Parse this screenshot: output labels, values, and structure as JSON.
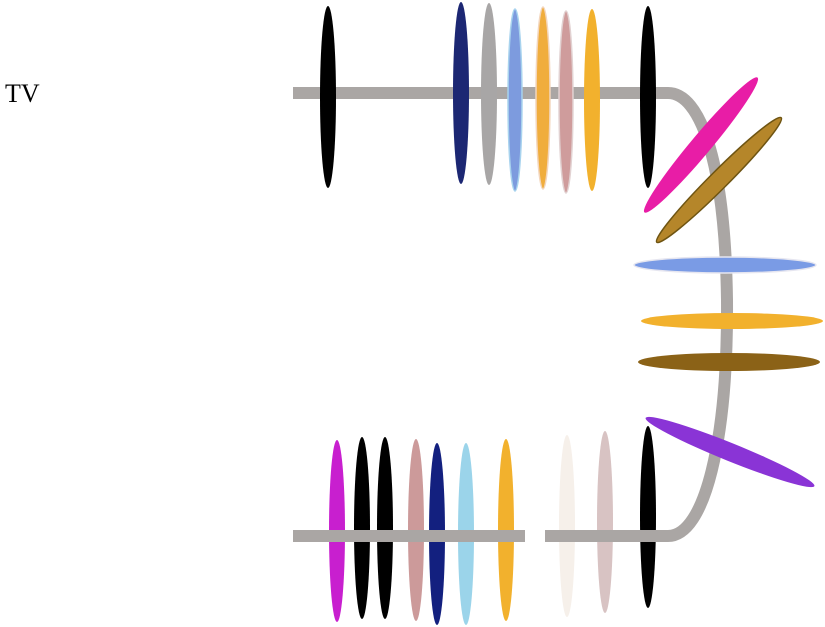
{
  "label": "TV",
  "colors": {
    "beamline": "#aaa6a4",
    "label_text": "#000000"
  },
  "groups": [
    {
      "name": "top-row",
      "elements": [
        {
          "color": "#000000"
        },
        {
          "color": "#1c2773"
        },
        {
          "color": "#a8a6a6"
        },
        {
          "color": "#7d9bde",
          "outline": "#a8d3ee"
        },
        {
          "color": "#f0ad3d",
          "outline": "#f3d6bd"
        },
        {
          "color": "#cf9c9c",
          "outline": "#e2d2d2"
        },
        {
          "color": "#f2b12d"
        },
        {
          "color": "#000000"
        }
      ]
    },
    {
      "name": "bend",
      "elements": [
        {
          "color": "#e81da6"
        },
        {
          "color": "#b5862a",
          "outline": "#6e5412"
        },
        {
          "color": "#7a9be5",
          "outline": "#e6e6f0"
        },
        {
          "color": "#f2b12d"
        },
        {
          "color": "#8b6217"
        },
        {
          "color": "#8a34d6"
        }
      ]
    },
    {
      "name": "bottom-row",
      "elements": [
        {
          "color": "#c81fcf"
        },
        {
          "color": "#000000"
        },
        {
          "color": "#000000"
        },
        {
          "color": "#cc9a9a"
        },
        {
          "color": "#13207f"
        },
        {
          "color": "#9bd4ea"
        },
        {
          "color": "#f2b12d"
        },
        {
          "color": "#f6f0ea"
        },
        {
          "color": "#d8c3c3"
        },
        {
          "color": "#000000"
        }
      ]
    }
  ]
}
